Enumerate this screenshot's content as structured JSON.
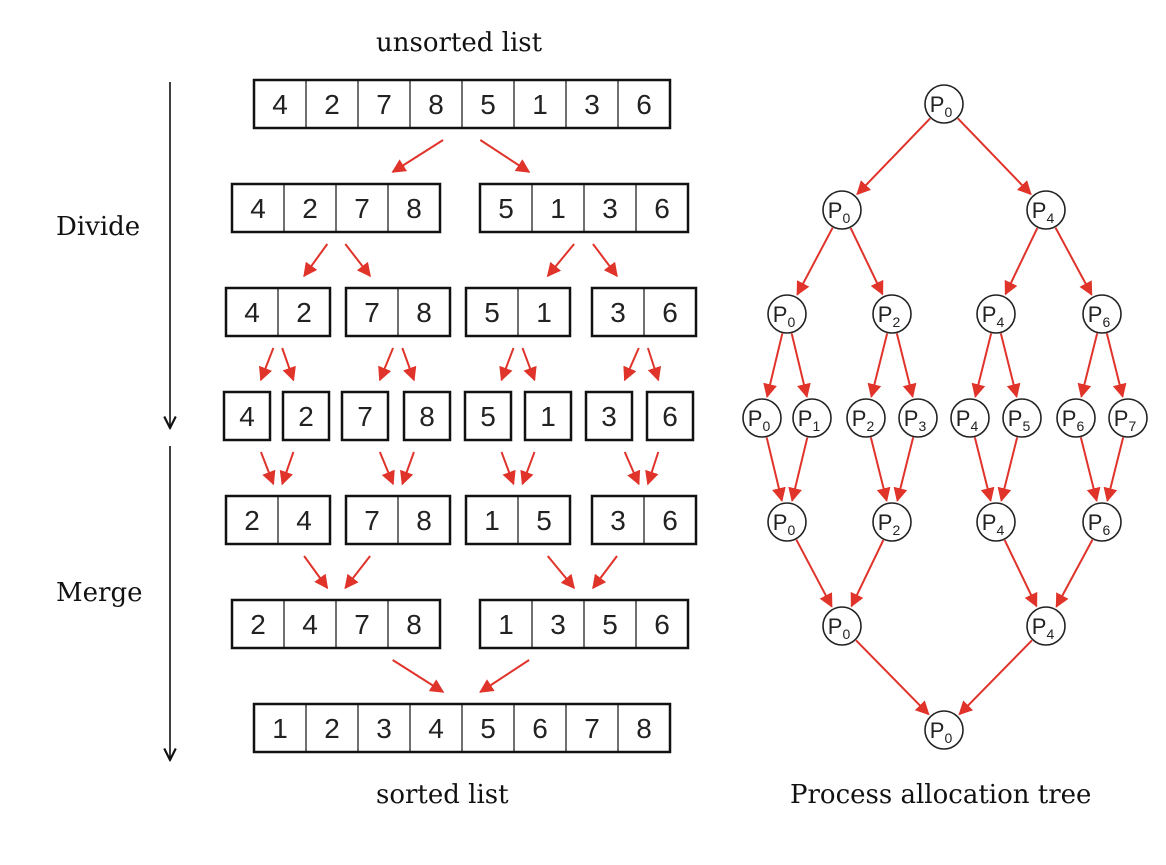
{
  "captions": {
    "unsorted": "unsorted list",
    "divide": "Divide",
    "merge": "Merge",
    "sorted": "sorted list",
    "tree": "Process allocation tree"
  },
  "colors": {
    "arrow": "#e0332a",
    "box_stroke": "#111111",
    "text": "#222222"
  },
  "mergesort": {
    "levels": [
      {
        "stage": "unsorted",
        "groups": [
          [
            4,
            2,
            7,
            8,
            5,
            1,
            3,
            6
          ]
        ]
      },
      {
        "stage": "divide",
        "groups": [
          [
            4,
            2,
            7,
            8
          ],
          [
            5,
            1,
            3,
            6
          ]
        ]
      },
      {
        "stage": "divide",
        "groups": [
          [
            4,
            2
          ],
          [
            7,
            8
          ],
          [
            5,
            1
          ],
          [
            3,
            6
          ]
        ]
      },
      {
        "stage": "divide",
        "groups": [
          [
            4
          ],
          [
            2
          ],
          [
            7
          ],
          [
            8
          ],
          [
            5
          ],
          [
            1
          ],
          [
            3
          ],
          [
            6
          ]
        ]
      },
      {
        "stage": "merge",
        "groups": [
          [
            2,
            4
          ],
          [
            7,
            8
          ],
          [
            1,
            5
          ],
          [
            3,
            6
          ]
        ]
      },
      {
        "stage": "merge",
        "groups": [
          [
            2,
            4,
            7,
            8
          ],
          [
            1,
            3,
            5,
            6
          ]
        ]
      },
      {
        "stage": "sorted",
        "groups": [
          [
            1,
            2,
            3,
            4,
            5,
            6,
            7,
            8
          ]
        ]
      }
    ]
  },
  "tree": {
    "node_prefix": "P",
    "levels": [
      [
        0
      ],
      [
        0,
        4
      ],
      [
        0,
        2,
        4,
        6
      ],
      [
        0,
        1,
        2,
        3,
        4,
        5,
        6,
        7
      ],
      [
        0,
        2,
        4,
        6
      ],
      [
        0,
        4
      ],
      [
        0
      ]
    ]
  }
}
